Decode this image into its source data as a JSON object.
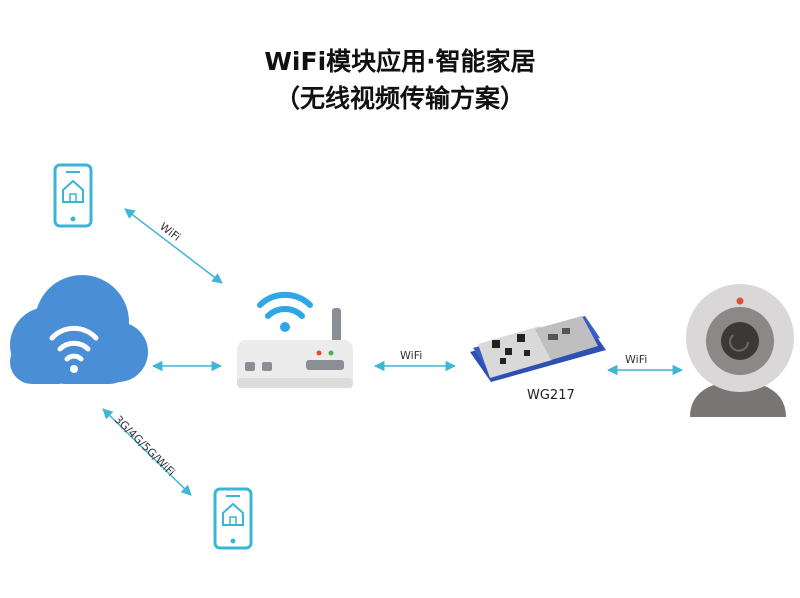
{
  "title_line1": "WiFi模块应用·智能家居",
  "title_line2": "（无线视频传输方案）",
  "links": {
    "phone_top_router": "WiFi",
    "router_module": "WiFi",
    "module_camera": "WiFi",
    "cloud_phone_bottom": "3G/4G/5G/WiFi"
  },
  "module_model": "WG217",
  "colors": {
    "arrow": "#3fb6d6",
    "wifi_signal": "#2fa6e6",
    "cloud": "#4a8fd6",
    "phone": "#39b6d4",
    "module_board": "#2e4fb3",
    "router_body": "#ececec"
  },
  "icons": [
    "phone-icon",
    "cloud-wifi-icon",
    "router-icon",
    "wifi-module-icon",
    "camera-icon"
  ]
}
